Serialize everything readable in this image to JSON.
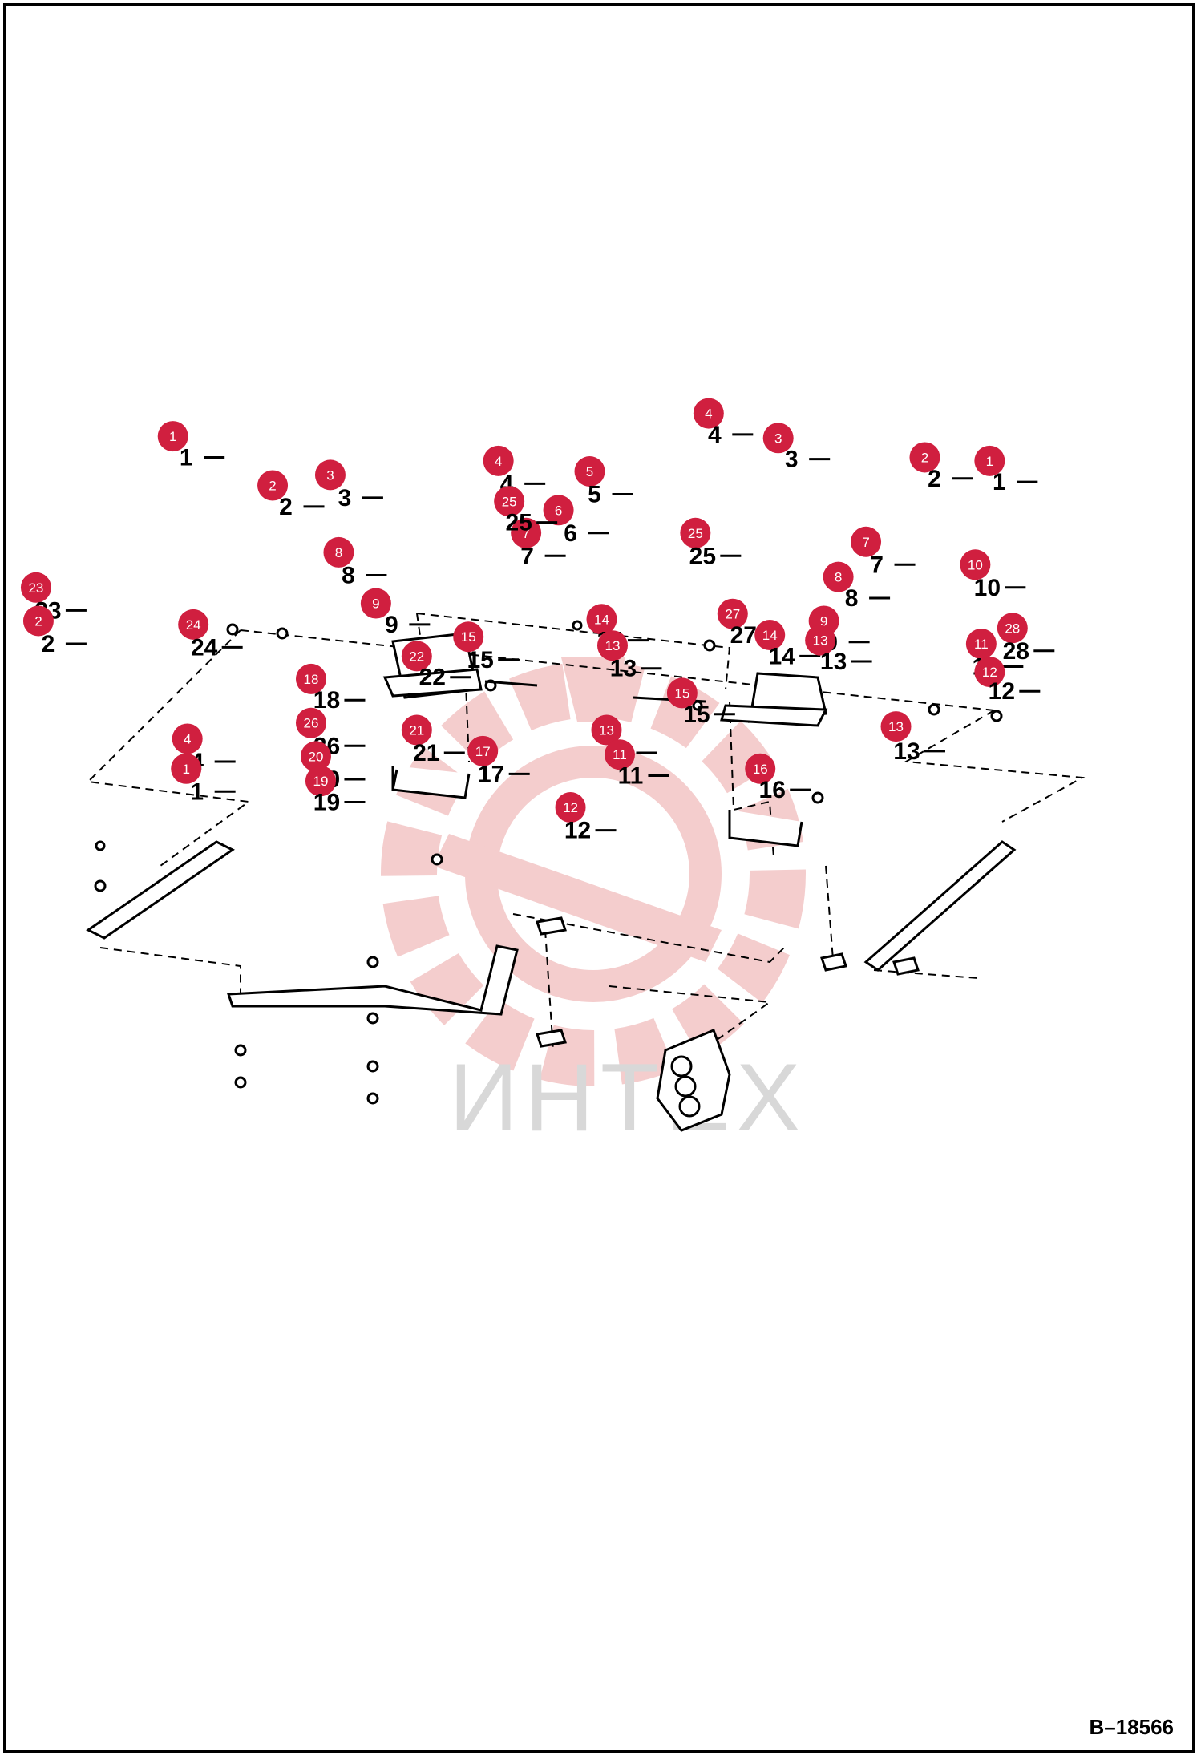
{
  "reference_code": "B–18566",
  "watermark_text": "ИНТЕХ",
  "colors": {
    "badge": "#d01f3f",
    "line": "#000000",
    "watermark": "#f3c8c8"
  },
  "callouts": [
    {
      "id": "c1",
      "num": "1",
      "bx": 0.144,
      "by": 0.248,
      "tx": 0.155,
      "ty": 0.26
    },
    {
      "id": "c2",
      "num": "2",
      "bx": 0.227,
      "by": 0.276,
      "tx": 0.238,
      "ty": 0.288
    },
    {
      "id": "c3",
      "num": "3",
      "bx": 0.275,
      "by": 0.27,
      "tx": 0.287,
      "ty": 0.283
    },
    {
      "id": "c4",
      "num": "4",
      "bx": 0.415,
      "by": 0.262,
      "tx": 0.422,
      "ty": 0.275
    },
    {
      "id": "c5",
      "num": "5",
      "bx": 0.491,
      "by": 0.268,
      "tx": 0.495,
      "ty": 0.281
    },
    {
      "id": "c6",
      "num": "6",
      "bx": 0.465,
      "by": 0.29,
      "tx": 0.475,
      "ty": 0.303
    },
    {
      "id": "c7",
      "num": "7",
      "bx": 0.438,
      "by": 0.303,
      "tx": 0.439,
      "ty": 0.316
    },
    {
      "id": "c8",
      "num": "8",
      "bx": 0.282,
      "by": 0.314,
      "tx": 0.29,
      "ty": 0.327
    },
    {
      "id": "c9",
      "num": "9",
      "bx": 0.313,
      "by": 0.343,
      "tx": 0.326,
      "ty": 0.355
    },
    {
      "id": "c25a",
      "num": "25",
      "bx": 0.424,
      "by": 0.285,
      "tx": 0.432,
      "ty": 0.297
    },
    {
      "id": "c4b",
      "num": "4",
      "bx": 0.59,
      "by": 0.235,
      "tx": 0.595,
      "ty": 0.247
    },
    {
      "id": "c3b",
      "num": "3",
      "bx": 0.648,
      "by": 0.249,
      "tx": 0.659,
      "ty": 0.261
    },
    {
      "id": "c25b",
      "num": "25",
      "bx": 0.579,
      "by": 0.303,
      "tx": 0.585,
      "ty": 0.316
    },
    {
      "id": "c2b",
      "num": "2",
      "bx": 0.77,
      "by": 0.26,
      "tx": 0.778,
      "ty": 0.272
    },
    {
      "id": "c1b",
      "num": "1",
      "bx": 0.824,
      "by": 0.262,
      "tx": 0.832,
      "ty": 0.274
    },
    {
      "id": "c7b",
      "num": "7",
      "bx": 0.721,
      "by": 0.308,
      "tx": 0.73,
      "ty": 0.321
    },
    {
      "id": "c8b",
      "num": "8",
      "bx": 0.698,
      "by": 0.328,
      "tx": 0.709,
      "ty": 0.34
    },
    {
      "id": "c10",
      "num": "10",
      "bx": 0.812,
      "by": 0.321,
      "tx": 0.822,
      "ty": 0.334
    },
    {
      "id": "c23",
      "num": "23",
      "bx": 0.03,
      "by": 0.334,
      "tx": 0.04,
      "ty": 0.347
    },
    {
      "id": "c2c",
      "num": "2",
      "bx": 0.032,
      "by": 0.353,
      "tx": 0.04,
      "ty": 0.366
    },
    {
      "id": "c24",
      "num": "24",
      "bx": 0.161,
      "by": 0.355,
      "tx": 0.17,
      "ty": 0.368
    },
    {
      "id": "c27",
      "num": "27",
      "bx": 0.61,
      "by": 0.349,
      "tx": 0.619,
      "ty": 0.361
    },
    {
      "id": "c9b",
      "num": "9",
      "bx": 0.686,
      "by": 0.353,
      "tx": 0.692,
      "ty": 0.365
    },
    {
      "id": "c14",
      "num": "14",
      "bx": 0.501,
      "by": 0.352,
      "tx": 0.508,
      "ty": 0.364
    },
    {
      "id": "c14b",
      "num": "14",
      "bx": 0.641,
      "by": 0.361,
      "tx": 0.651,
      "ty": 0.373
    },
    {
      "id": "c13b",
      "num": "13",
      "bx": 0.683,
      "by": 0.364,
      "tx": 0.694,
      "ty": 0.376
    },
    {
      "id": "c28",
      "num": "28",
      "bx": 0.843,
      "by": 0.357,
      "tx": 0.846,
      "ty": 0.37
    },
    {
      "id": "c11b",
      "num": "11",
      "bx": 0.817,
      "by": 0.366,
      "tx": 0.82,
      "ty": 0.379
    },
    {
      "id": "c12b",
      "num": "12",
      "bx": 0.824,
      "by": 0.382,
      "tx": 0.834,
      "ty": 0.393
    },
    {
      "id": "c15",
      "num": "15",
      "bx": 0.39,
      "by": 0.362,
      "tx": 0.4,
      "ty": 0.375
    },
    {
      "id": "c13",
      "num": "13",
      "bx": 0.51,
      "by": 0.367,
      "tx": 0.519,
      "ty": 0.38
    },
    {
      "id": "c22",
      "num": "22",
      "bx": 0.347,
      "by": 0.373,
      "tx": 0.36,
      "ty": 0.385
    },
    {
      "id": "c18",
      "num": "18",
      "bx": 0.259,
      "by": 0.386,
      "tx": 0.272,
      "ty": 0.398
    },
    {
      "id": "c15b",
      "num": "15",
      "bx": 0.568,
      "by": 0.394,
      "tx": 0.58,
      "ty": 0.406
    },
    {
      "id": "c13c",
      "num": "13",
      "bx": 0.746,
      "by": 0.413,
      "tx": 0.755,
      "ty": 0.427
    },
    {
      "id": "c26",
      "num": "26",
      "bx": 0.259,
      "by": 0.411,
      "tx": 0.272,
      "ty": 0.424
    },
    {
      "id": "c21",
      "num": "21",
      "bx": 0.347,
      "by": 0.415,
      "tx": 0.355,
      "ty": 0.428
    },
    {
      "id": "c13d",
      "num": "13",
      "bx": 0.505,
      "by": 0.415,
      "tx": 0.515,
      "ty": 0.428
    },
    {
      "id": "c4c",
      "num": "4",
      "bx": 0.156,
      "by": 0.42,
      "tx": 0.164,
      "ty": 0.433
    },
    {
      "id": "c17",
      "num": "17",
      "bx": 0.402,
      "by": 0.427,
      "tx": 0.409,
      "ty": 0.44
    },
    {
      "id": "c11",
      "num": "11",
      "bx": 0.516,
      "by": 0.429,
      "tx": 0.525,
      "ty": 0.441
    },
    {
      "id": "c20",
      "num": "20",
      "bx": 0.263,
      "by": 0.43,
      "tx": 0.272,
      "ty": 0.443
    },
    {
      "id": "c1c",
      "num": "1",
      "bx": 0.155,
      "by": 0.437,
      "tx": 0.164,
      "ty": 0.45
    },
    {
      "id": "c16",
      "num": "16",
      "bx": 0.633,
      "by": 0.437,
      "tx": 0.643,
      "ty": 0.449
    },
    {
      "id": "c19",
      "num": "19",
      "bx": 0.267,
      "by": 0.444,
      "tx": 0.272,
      "ty": 0.456
    },
    {
      "id": "c12",
      "num": "12",
      "bx": 0.475,
      "by": 0.459,
      "tx": 0.481,
      "ty": 0.472
    }
  ]
}
